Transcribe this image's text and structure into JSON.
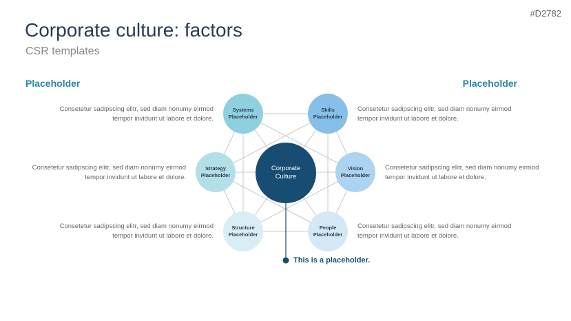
{
  "code": "#D2782",
  "title": "Corporate culture: factors",
  "subtitle": "CSR templates",
  "left_heading": "Placeholder",
  "right_heading": "Placeholder",
  "center": {
    "label": "Corporate Culture",
    "color": "#174d72"
  },
  "nodes": [
    {
      "label": "Systems Placeholder",
      "color": "#8fd0df",
      "desc": "Consetetur sadipscing elitr, sed diam nonumy eirmod tempor invidunt ut labore et dolore."
    },
    {
      "label": "Skills Placeholder",
      "color": "#86c0e8",
      "desc": "Consetetur sadipscing elitr, sed diam nonumy eirmod tempor invidunt ut labore et dolore."
    },
    {
      "label": "Strategy Placeholder",
      "color": "#b2dfe8",
      "desc": "Consetetur sadipscing elitr, sed diam nonumy eirmod tempor invidunt ut labore et dolore."
    },
    {
      "label": "Vision Placeholder",
      "color": "#acd4f0",
      "desc": "Consetetur sadipscing elitr, sed diam nonumy eirmod tempor invidunt ut labore et dolore."
    },
    {
      "label": "Structure Placeholder",
      "color": "#d8eef4",
      "desc": "Consetetur sadipscing elitr, sed diam nonumy eirmod tempor invidunt ut labore et dolore."
    },
    {
      "label": "People Placeholder",
      "color": "#d4e8f6",
      "desc": "Consetetur sadipscing elitr, sed diam nonumy eirmod tempor invidunt ut labore et dolore."
    }
  ],
  "note": "This is a placeholder."
}
